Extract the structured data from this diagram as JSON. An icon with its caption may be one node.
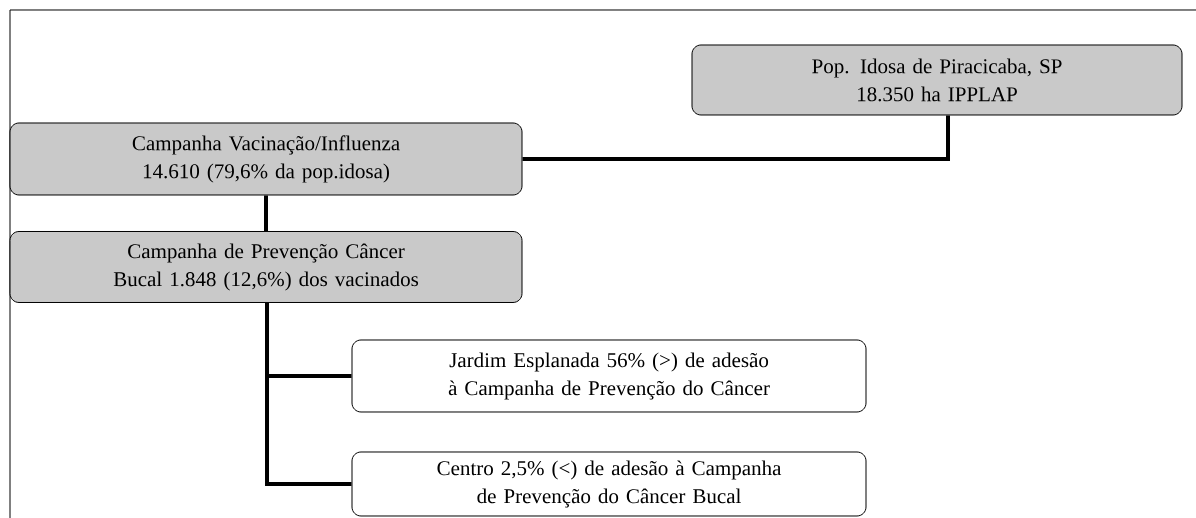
{
  "diagram": {
    "nodes": [
      {
        "text": [
          "Pop. Idosa de Piracicaba, SP",
          "18.350 ha IPPLAP"
        ]
      },
      {
        "text": [
          "Campanha Vacinação/Influenza",
          "14.610 (79,6% da pop.idosa)"
        ]
      },
      {
        "text": [
          "Campanha de Prevenção Câncer Bucal 1.848 (12,6%) dos vacinados"
        ]
      },
      {
        "text": [
          "Jardim Esplanada 56% (>) de adesão à Campanha de Prevenção do Câncer"
        ]
      },
      {
        "text": [
          "Centro 2,5% (<) de adesão à Campanha de Prevenção do Câncer Bucal"
        ]
      }
    ],
    "edges": [
      {
        "from": 0,
        "to": 1,
        "arrow": "none"
      },
      {
        "from": 1,
        "to": 2,
        "arrow": "none"
      },
      {
        "from": 2,
        "to": 3,
        "arrow": "none"
      },
      {
        "from": 2,
        "to": 4,
        "arrow": "none"
      }
    ]
  }
}
